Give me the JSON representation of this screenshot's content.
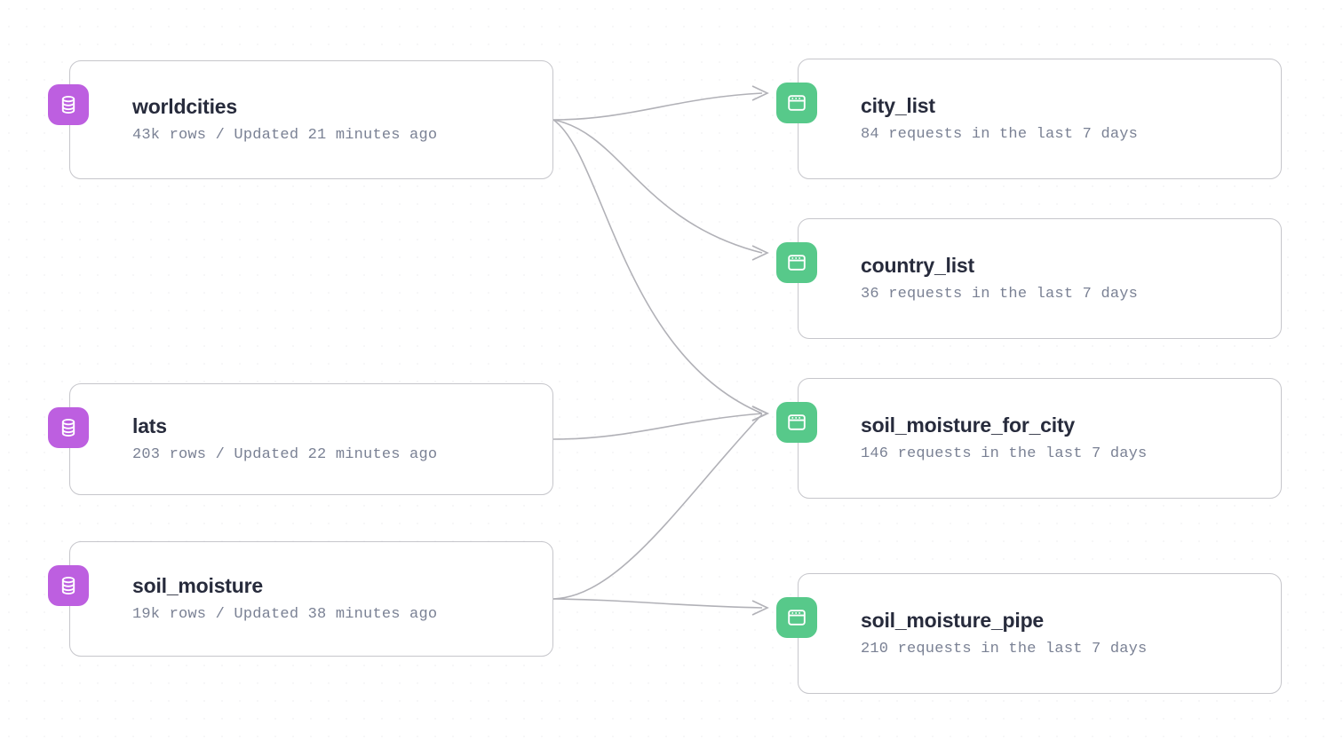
{
  "graph": {
    "nodes": [
      {
        "id": "worldcities",
        "kind": "source",
        "icon": "database-icon",
        "title": "worldcities",
        "subtitle": "43k rows / Updated 21 minutes ago",
        "rows": "43k",
        "updated": "21 minutes ago"
      },
      {
        "id": "lats",
        "kind": "source",
        "icon": "database-icon",
        "title": "lats",
        "subtitle": "203 rows / Updated 22 minutes ago",
        "rows": "203",
        "updated": "22 minutes ago"
      },
      {
        "id": "soil_moisture",
        "kind": "source",
        "icon": "database-icon",
        "title": "soil_moisture",
        "subtitle": "19k rows / Updated 38 minutes ago",
        "rows": "19k",
        "updated": "38 minutes ago"
      },
      {
        "id": "city_list",
        "kind": "endpoint",
        "icon": "window-icon",
        "title": "city_list",
        "subtitle": "84 requests in the last 7 days",
        "requests": 84,
        "period": "last 7 days"
      },
      {
        "id": "country_list",
        "kind": "endpoint",
        "icon": "window-icon",
        "title": "country_list",
        "subtitle": "36 requests in the last 7 days",
        "requests": 36,
        "period": "last 7 days"
      },
      {
        "id": "soil_moisture_for_city",
        "kind": "endpoint",
        "icon": "window-icon",
        "title": "soil_moisture_for_city",
        "subtitle": "146 requests in the last 7 days",
        "requests": 146,
        "period": "last 7 days"
      },
      {
        "id": "soil_moisture_pipe",
        "kind": "endpoint",
        "icon": "window-icon",
        "title": "soil_moisture_pipe",
        "subtitle": "210 requests in the last 7 days",
        "requests": 210,
        "period": "last 7 days"
      }
    ],
    "edges": [
      {
        "from": "worldcities",
        "to": "city_list"
      },
      {
        "from": "worldcities",
        "to": "country_list"
      },
      {
        "from": "worldcities",
        "to": "soil_moisture_for_city"
      },
      {
        "from": "lats",
        "to": "soil_moisture_for_city"
      },
      {
        "from": "soil_moisture",
        "to": "soil_moisture_for_city"
      },
      {
        "from": "soil_moisture",
        "to": "soil_moisture_pipe"
      }
    ],
    "colors": {
      "source_badge": "#bd5fe0",
      "endpoint_badge": "#57c98a",
      "edge": "#b1b1b7",
      "card_border": "#c6c6cb",
      "title_text": "#272b3c",
      "subtitle_text": "#7a8194",
      "background": "#ffffff"
    }
  }
}
